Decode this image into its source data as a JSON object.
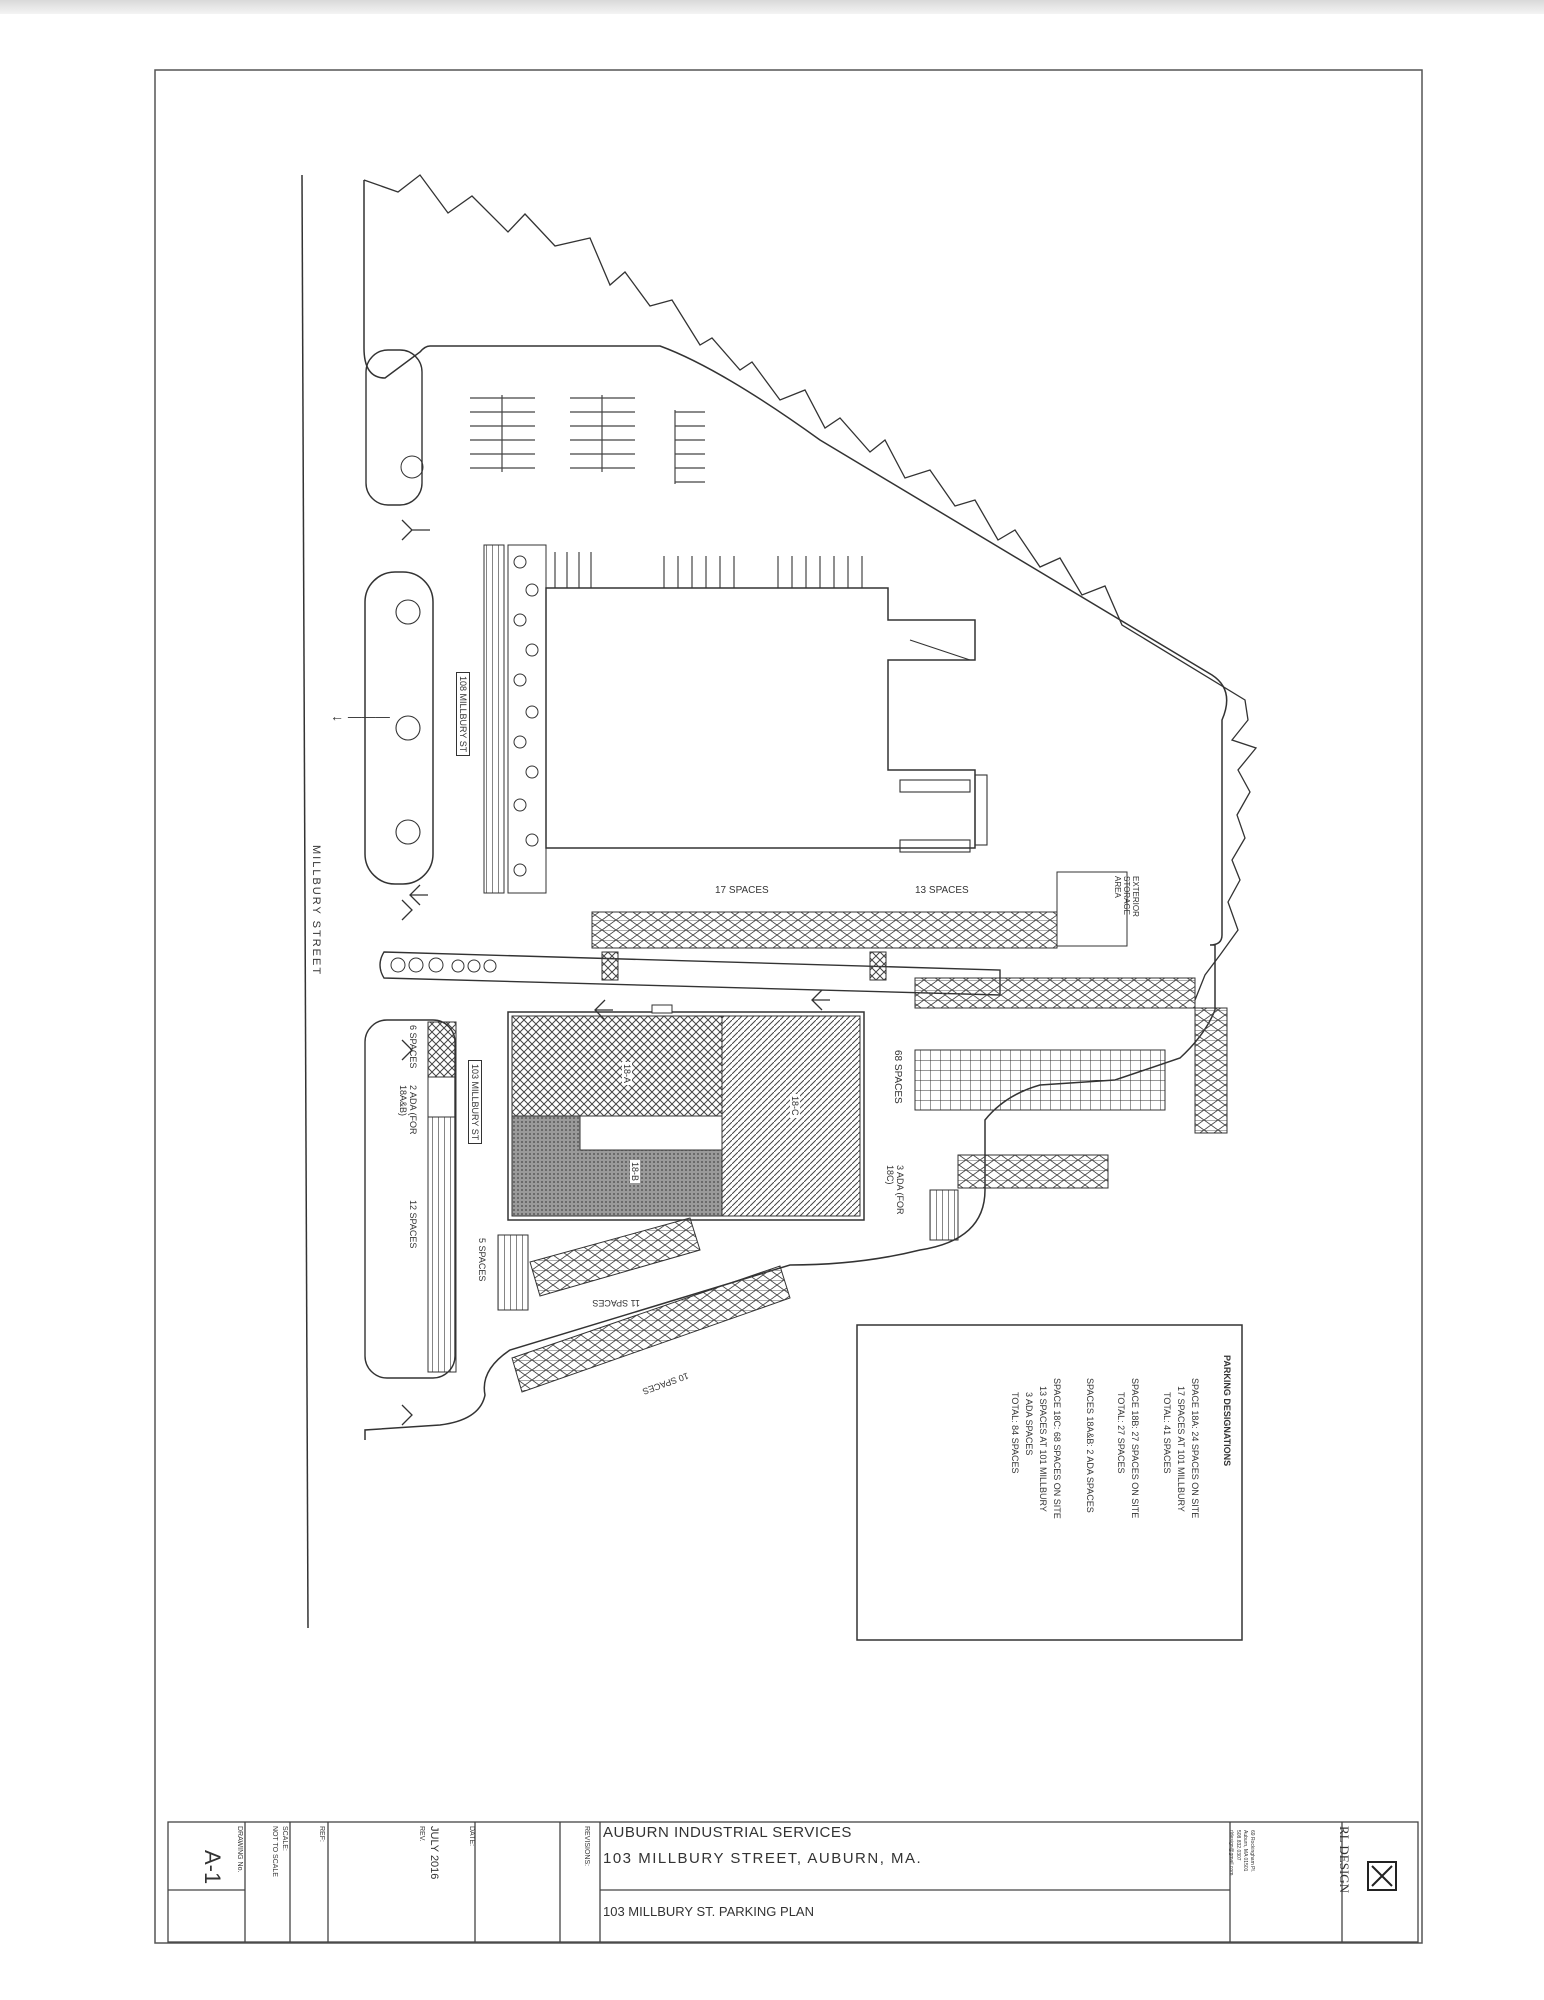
{
  "street": {
    "name": "MILLBURY STREET",
    "address_108": "108 MILLBURY ST",
    "address_103": "103 MILLBURY ST"
  },
  "labels": {
    "spaces_17": "17 SPACES",
    "spaces_13": "13 SPACES",
    "exterior_storage": "EXTERIOR STORAGE AREA",
    "spaces_68": "68 SPACES",
    "spaces_6": "6 SPACES",
    "ada_2": "2 ADA (FOR 18A&B)",
    "spaces_12": "12 SPACES",
    "spaces_5": "5 SPACES",
    "spaces_11": "11 SPACES",
    "spaces_10": "10 SPACES",
    "ada_3": "3 ADA (FOR 18C)",
    "bldg_18a": "18-A",
    "bldg_18b": "18-B",
    "bldg_18c": "18-C"
  },
  "legend": {
    "title": "PARKING DESIGNATIONS",
    "lines": [
      "SPACE 18A: 24 SPACES ON SITE",
      "17 SPACES AT 101 MILLBURY",
      "TOTAL: 41 SPACES",
      "SPACE 18B: 27 SPACES ON SITE",
      "TOTAL: 27 SPACES",
      "SPACES 18A&B: 2 ADA SPACES",
      "SPACE 18C: 68 SPACES ON SITE",
      "13 SPACES AT 101 MILLBURY",
      "3 ADA SPACES",
      "TOTAL: 84 SPACES"
    ]
  },
  "title_block": {
    "company": "AUBURN INDUSTRIAL SERVICES",
    "address": "103 MILLBURY STREET, AUBURN, MA.",
    "drawing_title": "103 MILLBURY ST. PARKING PLAN",
    "revisions_label": "REVISIONS:",
    "date_label": "DATE:",
    "date": "JULY 2016",
    "rev": "REV.",
    "drawn_label": "REF:",
    "scale_label": "SCALE:",
    "scale": "NOT TO SCALE",
    "drawing_no_label": "DRAWING No.",
    "sheet": "A-1",
    "logo_text": "RL DESIGN",
    "firm_lines": [
      "69 Rockingham Pl.",
      "Auburn, MA 01501",
      "508.832.0307",
      "rldesign@gmail.com"
    ]
  }
}
